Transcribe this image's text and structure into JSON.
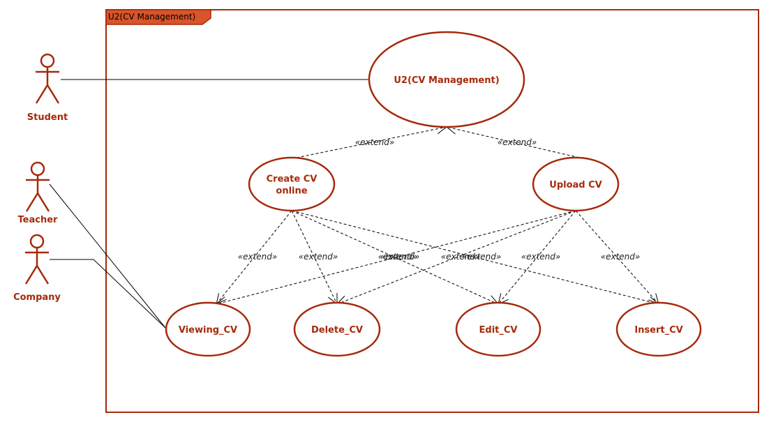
{
  "frame": {
    "label": "U2(CV Management)"
  },
  "actors": [
    {
      "id": "student",
      "label": "Student"
    },
    {
      "id": "teacher",
      "label": "Teacher"
    },
    {
      "id": "company",
      "label": "Company"
    }
  ],
  "use_cases": [
    {
      "id": "main",
      "lines": [
        "U2(CV Management)"
      ]
    },
    {
      "id": "create",
      "lines": [
        "Create CV",
        "online"
      ]
    },
    {
      "id": "upload",
      "lines": [
        "Upload CV"
      ]
    },
    {
      "id": "viewing",
      "lines": [
        "Viewing_CV"
      ]
    },
    {
      "id": "delete",
      "lines": [
        "Delete_CV"
      ]
    },
    {
      "id": "edit",
      "lines": [
        "Edit_CV"
      ]
    },
    {
      "id": "insert",
      "lines": [
        "Insert_CV"
      ]
    }
  ],
  "associations": [
    {
      "from": "student",
      "to": "main"
    },
    {
      "from": "teacher",
      "to": "viewing"
    },
    {
      "from": "company",
      "to": "viewing"
    }
  ],
  "extends": [
    {
      "from": "create",
      "to": "main",
      "label": "«extend»"
    },
    {
      "from": "upload",
      "to": "main",
      "label": "«extend»"
    },
    {
      "from": "create",
      "to": "viewing",
      "label": "«extend»"
    },
    {
      "from": "create",
      "to": "delete",
      "label": "«extend»"
    },
    {
      "from": "create",
      "to": "edit",
      "label": "«extend»"
    },
    {
      "from": "create",
      "to": "insert",
      "label": "«extend»"
    },
    {
      "from": "upload",
      "to": "viewing",
      "label": "«extend»"
    },
    {
      "from": "upload",
      "to": "delete",
      "label": "«extend»"
    },
    {
      "from": "upload",
      "to": "edit",
      "label": "«extend»"
    },
    {
      "from": "upload",
      "to": "insert",
      "label": "«extend»"
    }
  ]
}
